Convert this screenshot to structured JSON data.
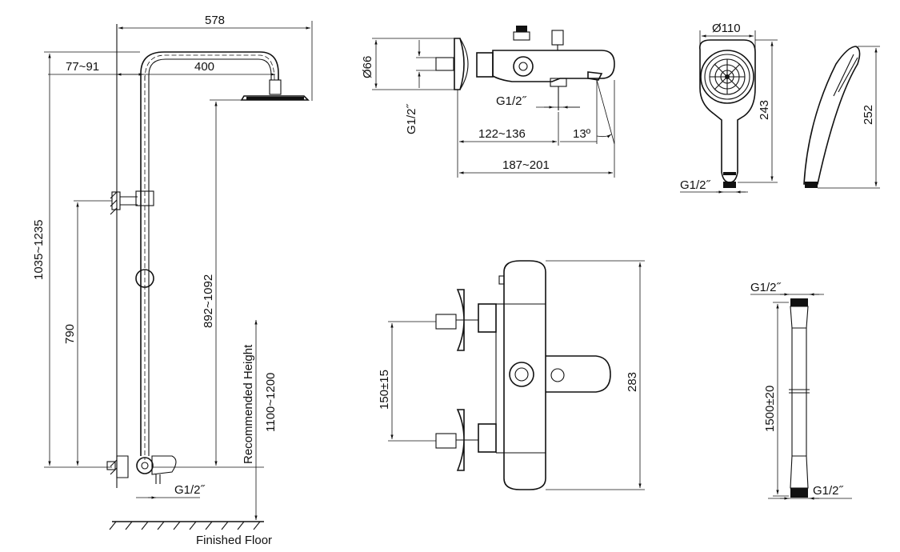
{
  "shower_column": {
    "width_top": "578",
    "wall_offset": "77~91",
    "arm_length": "400",
    "total_height": "1035~1235",
    "bracket_height": "790",
    "head_height": "892~1092",
    "recommended_label": "Recommended Height",
    "recommended_value": "1100~1200",
    "inlet": "G1/2˝",
    "floor_label": "Finished Floor"
  },
  "mixer_side": {
    "diameter": "Ø66",
    "inlet_side": "G1/2˝",
    "outlet": "G1/2˝",
    "depth_short": "122~136",
    "angle": "13º",
    "depth_total": "187~201"
  },
  "hand_shower": {
    "diameter": "Ø110",
    "height_front": "243",
    "height_side": "252",
    "connection": "G1/2˝"
  },
  "mixer_front": {
    "centers": "150±15",
    "height": "283"
  },
  "hose": {
    "top_thread": "G1/2˝",
    "length": "1500±20",
    "bottom_thread": "G1/2˝"
  }
}
